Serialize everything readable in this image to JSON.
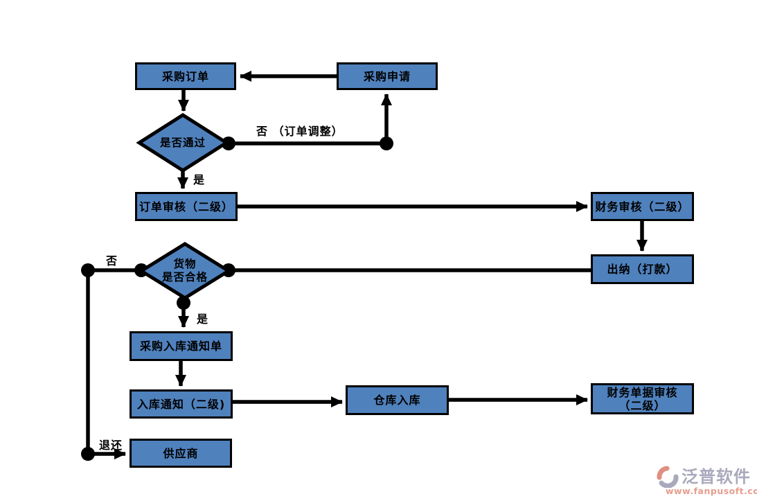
{
  "diagram": {
    "type": "flowchart",
    "nodes": {
      "purchase_order": {
        "label": "采购订单",
        "shape": "rect"
      },
      "purchase_request": {
        "label": "采购申请",
        "shape": "rect"
      },
      "pass_decision": {
        "label": "是否通过",
        "shape": "diamond"
      },
      "order_review": {
        "label": "订单审核（二级）",
        "shape": "rect"
      },
      "finance_review": {
        "label": "财务审核（二级）",
        "shape": "rect"
      },
      "cashier": {
        "label": "出纳（打款）",
        "shape": "rect"
      },
      "goods_decision": {
        "line1": "货物",
        "line2": "是否合格",
        "shape": "diamond"
      },
      "purchase_inbound_notice": {
        "label": "采购入库通知单",
        "shape": "rect"
      },
      "inbound_notice": {
        "label": "入库通知（二级)",
        "shape": "rect"
      },
      "warehouse_inbound": {
        "label": "仓库入库",
        "shape": "rect"
      },
      "finance_doc_review": {
        "line1": "财务单据审核",
        "line2": "（二级）",
        "shape": "rect"
      },
      "supplier": {
        "label": "供应商",
        "shape": "rect"
      }
    },
    "edge_labels": {
      "no_order_adjust": "否 （订单调整）",
      "yes_pass": "是",
      "no_goods": "否",
      "yes_goods": "是",
      "return_goods": "退还"
    },
    "edges": [
      {
        "from": "purchase_request",
        "to": "purchase_order"
      },
      {
        "from": "purchase_order",
        "to": "pass_decision"
      },
      {
        "from": "pass_decision",
        "to": "purchase_request",
        "label": "否 （订单调整）"
      },
      {
        "from": "pass_decision",
        "to": "order_review",
        "label": "是"
      },
      {
        "from": "order_review",
        "to": "finance_review"
      },
      {
        "from": "finance_review",
        "to": "cashier"
      },
      {
        "from": "cashier",
        "to": "goods_decision"
      },
      {
        "from": "goods_decision",
        "to": "purchase_inbound_notice",
        "label": "是"
      },
      {
        "from": "goods_decision",
        "to": "supplier",
        "labels": [
          "否",
          "退还"
        ]
      },
      {
        "from": "purchase_inbound_notice",
        "to": "inbound_notice"
      },
      {
        "from": "inbound_notice",
        "to": "warehouse_inbound"
      },
      {
        "from": "warehouse_inbound",
        "to": "finance_doc_review"
      }
    ],
    "colors": {
      "node_fill": "#4f81bd",
      "node_border": "#000000",
      "connector": "#000000",
      "text": "#000000",
      "background": "#ffffff"
    }
  },
  "watermark": {
    "brand": "泛普软件",
    "url": "www.fanpusoft.com",
    "brand_color": "#a9a9bd",
    "url_color": "#e79d8d",
    "logo": "fanpu-logo-icon"
  }
}
